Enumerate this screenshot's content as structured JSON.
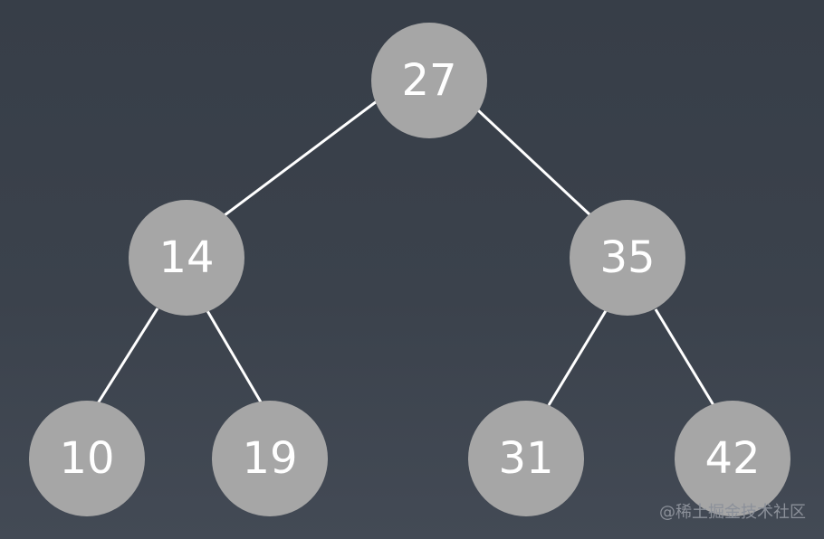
{
  "diagram": {
    "type": "binary-tree",
    "colors": {
      "node_fill": "#a6a6a6",
      "node_text": "#ffffff",
      "edge": "#ffffff",
      "background": "#3b424c"
    },
    "nodes": {
      "n27": "27",
      "n14": "14",
      "n35": "35",
      "n10": "10",
      "n19": "19",
      "n31": "31",
      "n42": "42"
    },
    "edges": [
      [
        "27",
        "14"
      ],
      [
        "27",
        "35"
      ],
      [
        "14",
        "10"
      ],
      [
        "14",
        "19"
      ],
      [
        "35",
        "31"
      ],
      [
        "35",
        "42"
      ]
    ]
  },
  "watermark": "@稀土掘金技术社区"
}
